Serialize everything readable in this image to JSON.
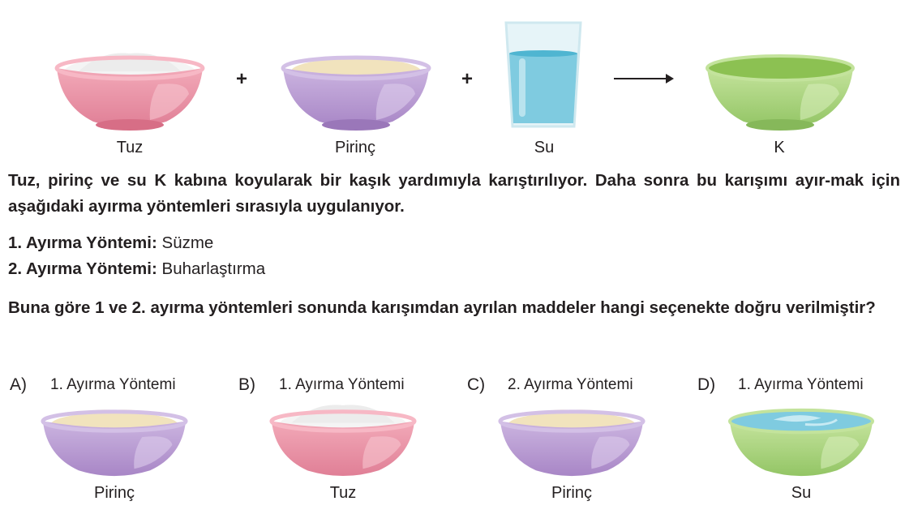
{
  "equation": {
    "items": [
      {
        "label": "Tuz",
        "icon": "salt-bowl-icon"
      },
      {
        "label": "Pirinç",
        "icon": "rice-bowl-icon"
      },
      {
        "label": "Su",
        "icon": "water-glass-icon"
      },
      {
        "label": "K",
        "icon": "mixing-bowl-icon"
      }
    ],
    "plus": "+",
    "arrow": "⟶"
  },
  "question": {
    "intro": "Tuz, pirinç ve su K kabına koyularak bir kaşık yardımıyla karıştırılıyor. Daha sonra bu karışımı ayır-mak için aşağıdaki ayırma yöntemleri sırasıyla uygulanıyor.",
    "steps": [
      {
        "label": "1.  Ayırma Yöntemi:",
        "value": "Süzme"
      },
      {
        "label": "2.  Ayırma Yöntemi:",
        "value": "Buharlaştırma"
      }
    ],
    "prompt": "Buna göre 1 ve 2. ayırma yöntemleri sonunda karışımdan ayrılan maddeler hangi seçenekte doğru verilmiştir?"
  },
  "options": [
    {
      "letter": "A)",
      "title": "1. Ayırma Yöntemi",
      "label": "Pirinç",
      "icon": "rice-bowl-icon"
    },
    {
      "letter": "B)",
      "title": "1. Ayırma Yöntemi",
      "label": "Tuz",
      "icon": "salt-bowl-icon"
    },
    {
      "letter": "C)",
      "title": "2. Ayırma Yöntemi",
      "label": "Pirinç",
      "icon": "rice-bowl-icon"
    },
    {
      "letter": "D)",
      "title": "1. Ayırma Yöntemi",
      "label": "Su",
      "icon": "water-bowl-icon"
    }
  ],
  "colors": {
    "pink_bowl": "#e98fa3",
    "purple_bowl": "#b79ad0",
    "green_bowl": "#a9d37d",
    "water": "#7fcbe0",
    "rice": "#f6ecd0"
  }
}
